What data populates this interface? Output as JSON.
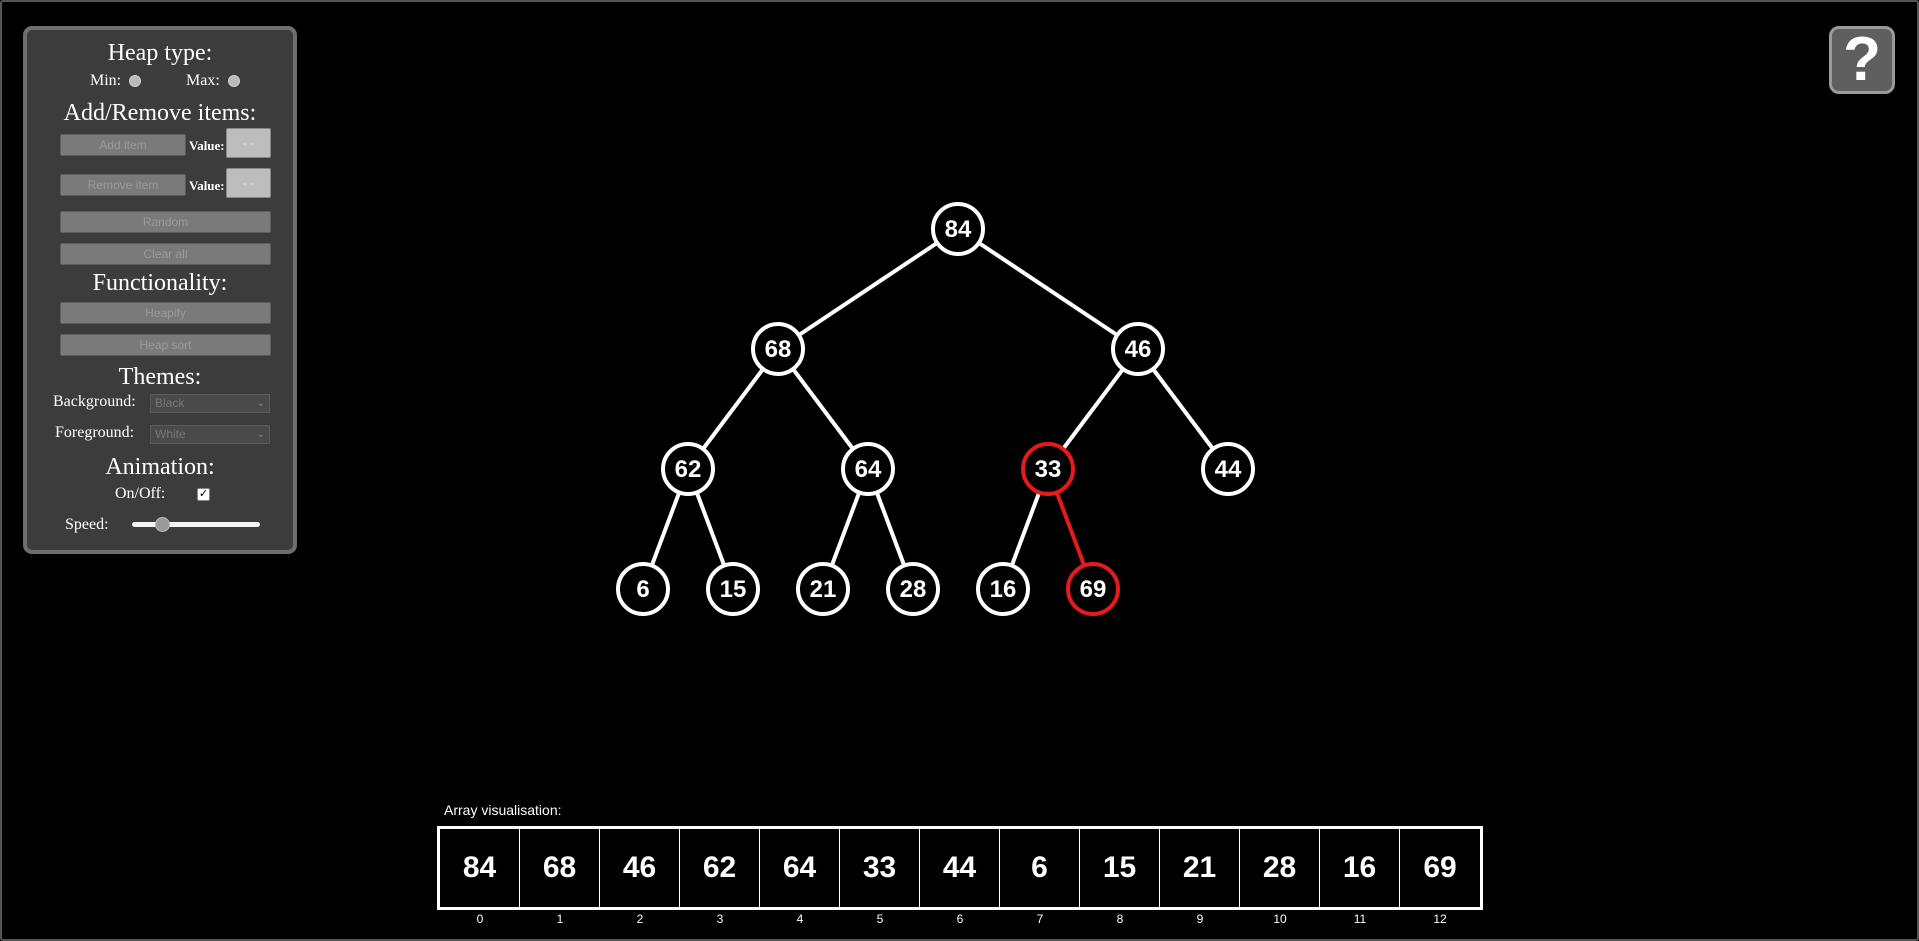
{
  "panel": {
    "heap_type_title": "Heap type:",
    "min_label": "Min:",
    "max_label": "Max:",
    "add_remove_title": "Add/Remove items:",
    "add_item_button": "Add item",
    "remove_item_button": "Remove item",
    "value_label_1": "Value:",
    "value_label_2": "Value:",
    "value_input_1": "- -",
    "value_input_2": "- -",
    "random_button": "Random",
    "clear_button": "Clear all",
    "functionality_title": "Functionality:",
    "heapify_button": "Heapify",
    "heap_sort_button": "Heap sort",
    "themes_title": "Themes:",
    "background_label": "Background:",
    "background_value": "Black",
    "foreground_label": "Foreground:",
    "foreground_value": "White",
    "animation_title": "Animation:",
    "onoff_label": "On/Off:",
    "onoff_checked": true,
    "speed_label": "Speed:",
    "speed_value": 0.2
  },
  "help_button": "?",
  "tree": {
    "nodes": [
      84,
      68,
      46,
      62,
      64,
      33,
      44,
      6,
      15,
      21,
      28,
      16,
      69
    ],
    "highlight_nodes": [
      5,
      12
    ],
    "highlight_color": "#e8191b",
    "node_color": "#ffffff"
  },
  "array": {
    "caption": "Array visualisation:",
    "values": [
      "84",
      "68",
      "46",
      "62",
      "64",
      "33",
      "44",
      "6",
      "15",
      "21",
      "28",
      "16",
      "69"
    ],
    "indices": [
      "0",
      "1",
      "2",
      "3",
      "4",
      "5",
      "6",
      "7",
      "8",
      "9",
      "10",
      "11",
      "12"
    ]
  }
}
